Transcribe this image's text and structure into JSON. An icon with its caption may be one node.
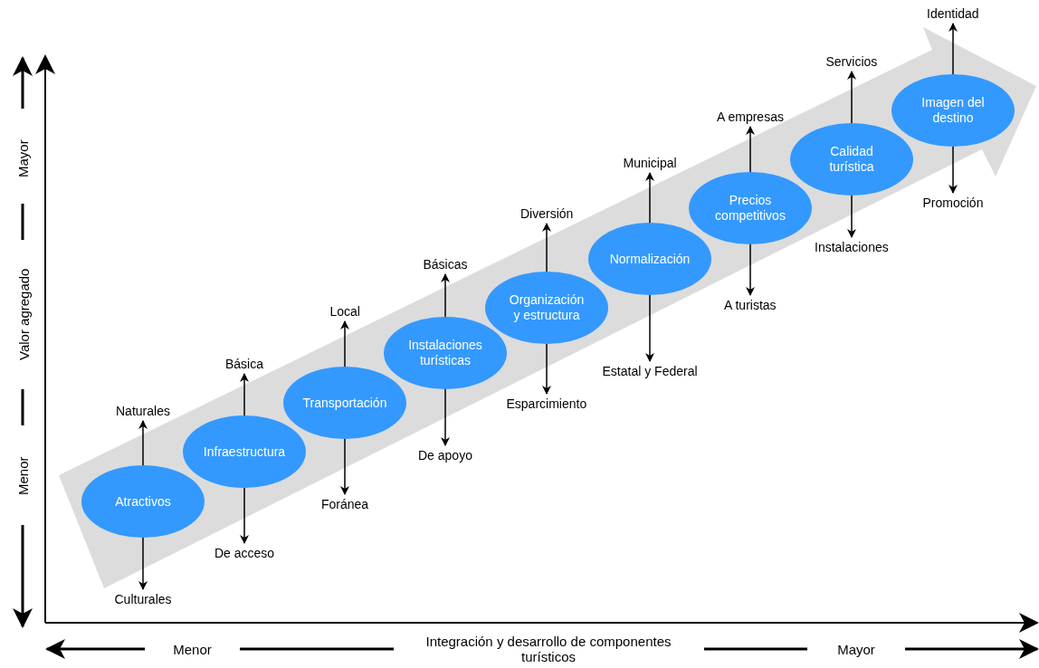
{
  "diagram": {
    "nodes": [
      {
        "text": [
          "Atractivos"
        ]
      },
      {
        "text": [
          "Naturales"
        ]
      },
      {
        "text": [
          "Culturales"
        ]
      },
      {
        "text": [
          "Infraestructura"
        ]
      },
      {
        "text": [
          "Básica"
        ]
      },
      {
        "text": [
          "De acceso"
        ]
      },
      {
        "text": [
          "Transportación"
        ]
      },
      {
        "text": [
          "Local"
        ]
      },
      {
        "text": [
          "Foránea"
        ]
      },
      {
        "text": [
          "Instalaciones turísticas"
        ]
      },
      {
        "text": [
          "Básicas"
        ]
      },
      {
        "text": [
          "De apoyo"
        ]
      },
      {
        "text": [
          "Organización y estructura"
        ]
      },
      {
        "text": [
          "Diversión"
        ]
      },
      {
        "text": [
          "Esparcimiento"
        ]
      },
      {
        "text": [
          "Normalización"
        ]
      },
      {
        "text": [
          "Municipal"
        ]
      },
      {
        "text": [
          "Estatal y Federal"
        ]
      },
      {
        "text": [
          "Precios competitivos"
        ]
      },
      {
        "text": [
          "A empresas"
        ]
      },
      {
        "text": [
          "A turistas"
        ]
      },
      {
        "text": [
          "Calidad turística"
        ]
      },
      {
        "text": [
          "Servicios"
        ]
      },
      {
        "text": [
          "Instalaciones"
        ]
      },
      {
        "text": [
          "Imagen del destino"
        ]
      },
      {
        "text": [
          "Identidad"
        ]
      },
      {
        "text": [
          "Promoción"
        ]
      }
    ],
    "edges": [
      {
        "from": 0,
        "to": 1,
        "arrow": "to"
      },
      {
        "from": 0,
        "to": 2,
        "arrow": "to"
      },
      {
        "from": 3,
        "to": 4,
        "arrow": "to"
      },
      {
        "from": 3,
        "to": 5,
        "arrow": "to"
      },
      {
        "from": 6,
        "to": 7,
        "arrow": "to"
      },
      {
        "from": 6,
        "to": 8,
        "arrow": "to"
      },
      {
        "from": 9,
        "to": 10,
        "arrow": "to"
      },
      {
        "from": 9,
        "to": 11,
        "arrow": "to"
      },
      {
        "from": 12,
        "to": 13,
        "arrow": "to"
      },
      {
        "from": 12,
        "to": 14,
        "arrow": "to"
      },
      {
        "from": 15,
        "to": 16,
        "arrow": "to"
      },
      {
        "from": 15,
        "to": 17,
        "arrow": "to"
      },
      {
        "from": 18,
        "to": 19,
        "arrow": "to"
      },
      {
        "from": 18,
        "to": 20,
        "arrow": "to"
      },
      {
        "from": 21,
        "to": 22,
        "arrow": "to"
      },
      {
        "from": 21,
        "to": 23,
        "arrow": "to"
      },
      {
        "from": 24,
        "to": 25,
        "arrow": "to"
      },
      {
        "from": 24,
        "to": 26,
        "arrow": "to"
      }
    ],
    "labels": [
      "Mayor",
      "Valor agregado",
      "Menor",
      "Menor",
      "Integración y desarrollo de componentes turísticos",
      "Mayor"
    ]
  }
}
